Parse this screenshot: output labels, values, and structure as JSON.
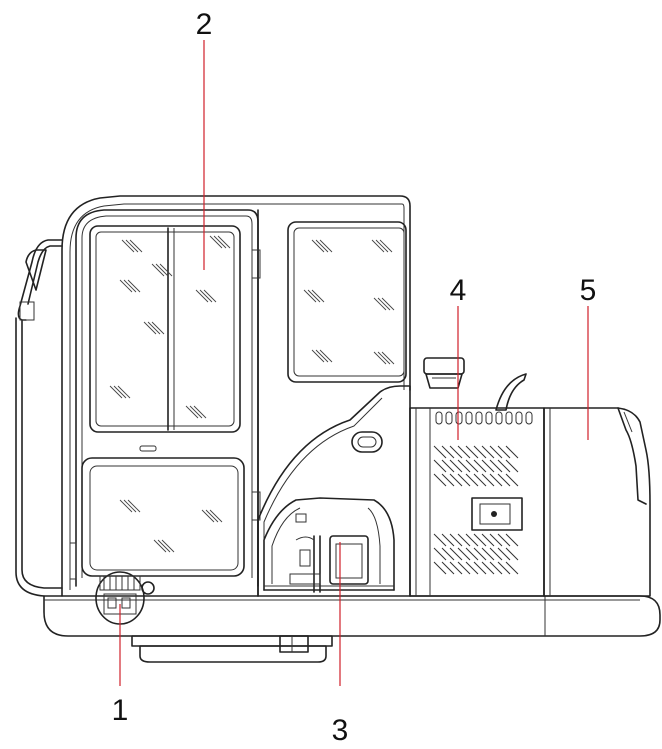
{
  "figure": {
    "callouts": [
      {
        "id": "1",
        "label": "1"
      },
      {
        "id": "2",
        "label": "2"
      },
      {
        "id": "3",
        "label": "3"
      },
      {
        "id": "4",
        "label": "4"
      },
      {
        "id": "5",
        "label": "5"
      }
    ],
    "leader_color": "#d0202a",
    "line_color": "#222222"
  }
}
